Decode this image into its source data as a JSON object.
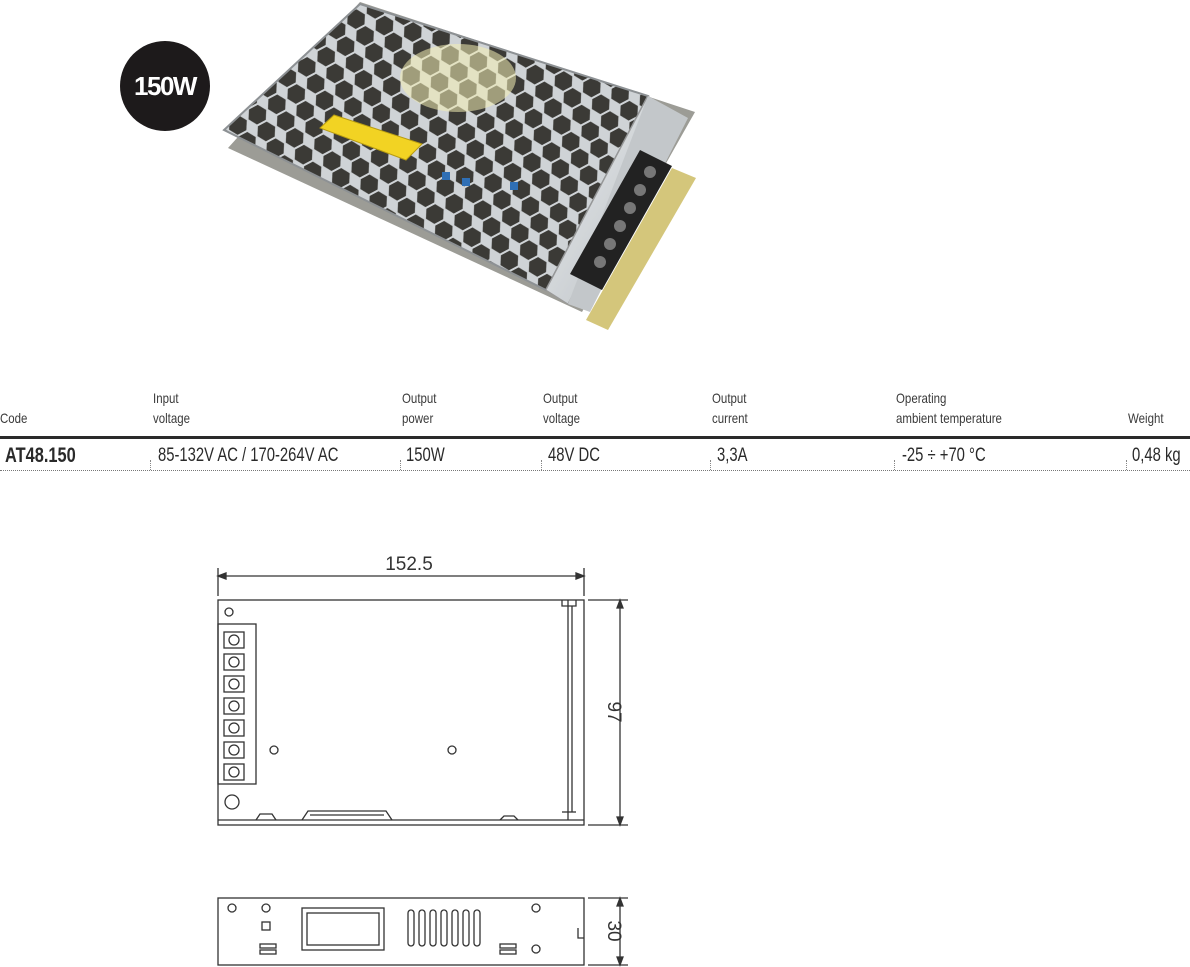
{
  "badge": {
    "label": "150W"
  },
  "table": {
    "headers": [
      {
        "line1": "",
        "line2": "Code"
      },
      {
        "line1": "Input",
        "line2": "voltage"
      },
      {
        "line1": "Output",
        "line2": "power"
      },
      {
        "line1": "Output",
        "line2": "voltage"
      },
      {
        "line1": "Output",
        "line2": "current"
      },
      {
        "line1": "Operating",
        "line2": "ambient temperature"
      },
      {
        "line1": "",
        "line2": "Weight"
      }
    ],
    "row": {
      "code": "AT48.150",
      "input_voltage": "85-132V AC / 170-264V AC",
      "output_power": "150W",
      "output_voltage": "48V DC",
      "output_current": "3,3A",
      "temperature": "-25 ÷ +70 °C",
      "weight": "0,48 kg"
    }
  },
  "dimensions": {
    "length": "152.5",
    "width": "97",
    "height": "30"
  },
  "colors": {
    "badge_bg": "#1d1a1b",
    "rule": "#2a2a2a",
    "label_yellow": "#f2d323"
  }
}
